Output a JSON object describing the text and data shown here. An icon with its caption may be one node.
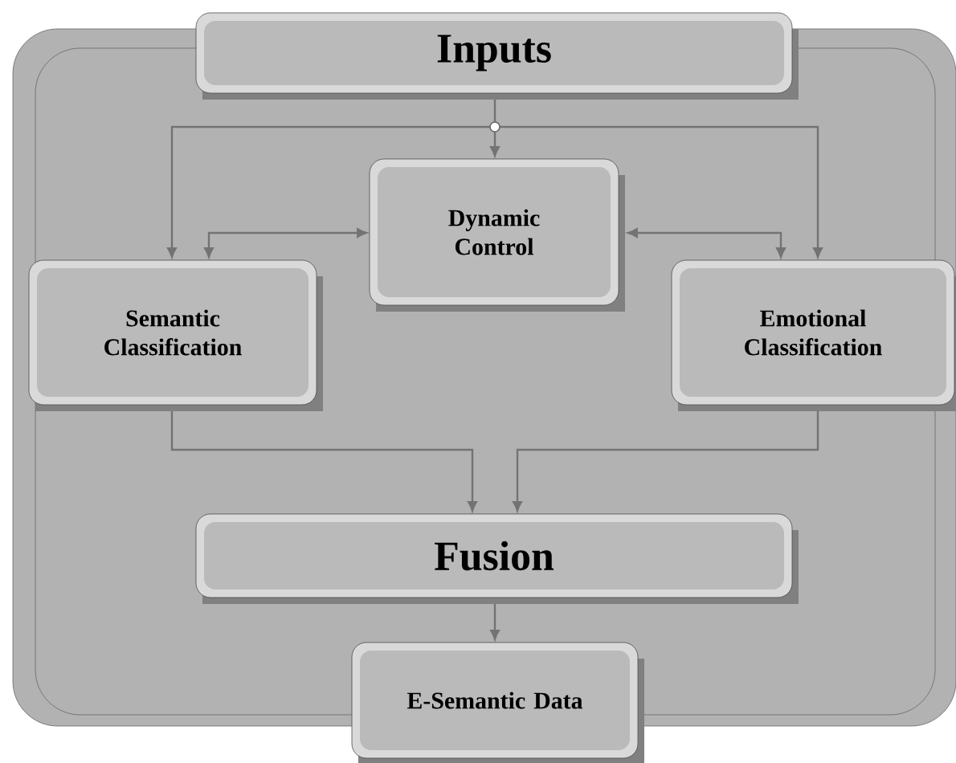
{
  "diagram": {
    "nodes": [
      {
        "text": [
          "Inputs"
        ]
      },
      {
        "text": [
          "Dynamic Control"
        ]
      },
      {
        "text": [
          "Semantic Classification"
        ]
      },
      {
        "text": [
          "Emotional Classification"
        ]
      },
      {
        "text": [
          "Fusion"
        ]
      },
      {
        "text": [
          "E-Semantic Data"
        ]
      },
      {
        "text": [],
        "shape": "circle"
      }
    ],
    "edges": [
      {
        "from": 0,
        "to": 6,
        "arrow": "none"
      },
      {
        "from": 6,
        "to": 1,
        "arrow": "to"
      },
      {
        "from": 6,
        "to": 2,
        "arrow": "to"
      },
      {
        "from": 6,
        "to": 3,
        "arrow": "to"
      },
      {
        "from": 1,
        "to": 2,
        "arrow": "both"
      },
      {
        "from": 1,
        "to": 3,
        "arrow": "both"
      },
      {
        "from": 2,
        "to": 4,
        "arrow": "to"
      },
      {
        "from": 3,
        "to": 4,
        "arrow": "to"
      },
      {
        "from": 4,
        "to": 5,
        "arrow": "to"
      }
    ]
  }
}
